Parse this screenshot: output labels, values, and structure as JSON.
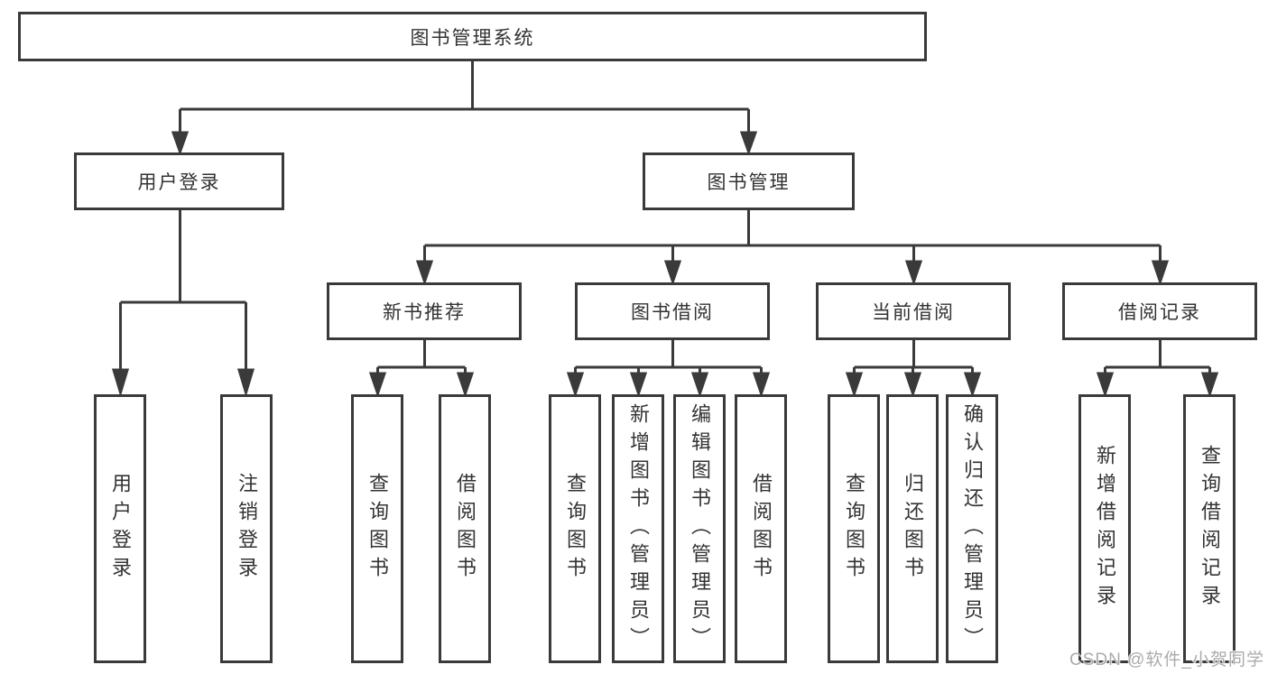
{
  "diagram": {
    "root": {
      "label": "图书管理系统"
    },
    "branches": [
      {
        "label": "用户登录",
        "children": [
          {
            "label": "用户登录"
          },
          {
            "label": "注销登录"
          }
        ]
      },
      {
        "label": "图书管理",
        "children": [
          {
            "label": "新书推荐",
            "children": [
              {
                "label": "查询图书"
              },
              {
                "label": "借阅图书"
              }
            ]
          },
          {
            "label": "图书借阅",
            "children": [
              {
                "label": "查询图书"
              },
              {
                "label": "新增图书（管理员）"
              },
              {
                "label": "编辑图书（管理员）"
              },
              {
                "label": "借阅图书"
              }
            ]
          },
          {
            "label": "当前借阅",
            "children": [
              {
                "label": "查询图书"
              },
              {
                "label": "归还图书"
              },
              {
                "label": "确认归还（管理员）"
              }
            ]
          },
          {
            "label": "借阅记录",
            "children": [
              {
                "label": "新增借阅记录"
              },
              {
                "label": "查询借阅记录"
              }
            ]
          }
        ]
      }
    ]
  },
  "watermark": {
    "text": "CSDN @软件_小贺同学"
  },
  "colors": {
    "line": "#3a3a3a",
    "text": "#333333",
    "background": "#ffffff",
    "watermark": "#ababab"
  }
}
